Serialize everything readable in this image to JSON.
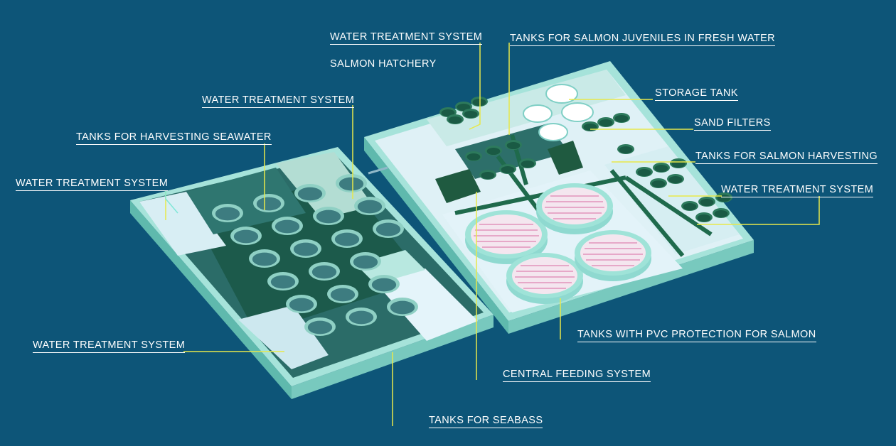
{
  "labels": {
    "water_treatment_top": "WATER TREATMENT SYSTEM",
    "salmon_hatchery": "SALMON HATCHERY",
    "tanks_juveniles": "TANKS FOR SALMON JUVENILES IN FRESH WATER",
    "water_treatment_left_upper": "WATER TREATMENT SYSTEM",
    "storage_tank": "STORAGE TANK",
    "tanks_harvesting_seawater": "TANKS FOR HARVESTING SEAWATER",
    "sand_filters": "SAND FILTERS",
    "tanks_salmon_harvesting": "TANKS FOR SALMON HARVESTING",
    "water_treatment_left": "WATER TREATMENT SYSTEM",
    "water_treatment_right": "WATER TREATMENT SYSTEM",
    "water_treatment_bottom_left": "WATER TREATMENT SYSTEM",
    "tanks_pvc_salmon": "TANKS WITH PVC PROTECTION FOR SALMON",
    "central_feeding": "CENTRAL FEEDING SYSTEM",
    "tanks_seabass": "TANKS FOR SEABASS"
  },
  "colors": {
    "background": "#0d5578",
    "wall": "#9fe0d6",
    "floor": "#2c6f6c",
    "tank_dark": "#17574a",
    "tank_water": "#e9f6ff",
    "leader": "#e8e84a"
  }
}
